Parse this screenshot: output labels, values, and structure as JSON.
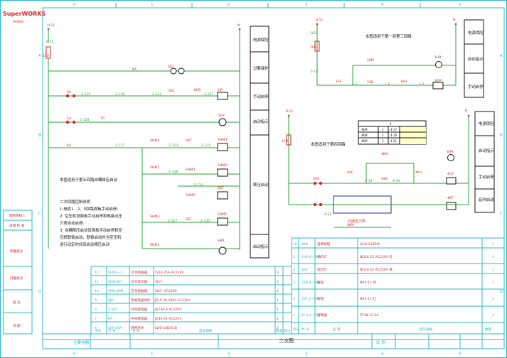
{
  "brand": {
    "logo_text": "SuperWORKS",
    "logo_sub": "WORKS",
    "color": "#d7262b"
  },
  "left_strip": [
    "图纸审核人",
    "日期 检 查",
    "新图纸号",
    "旧图纸号",
    "备 注",
    "日 期"
  ],
  "colors": {
    "frame": "#2bb8c6",
    "wire": "#27a33a",
    "label": "#d7262b",
    "highlight": "#ffffc8"
  },
  "col_numbers": [
    "0",
    "1",
    "2",
    "3",
    "4",
    "5"
  ],
  "row_letters": [
    "A",
    "B",
    "C",
    "D"
  ],
  "main": {
    "bus_left": "1L11",
    "bus_right": "N",
    "fuse": "1FU",
    "wire_node": "3L11",
    "top_labels": {
      "sa": "SA",
      "k": "KA",
      "q": "SJD",
      "n1": "2-115",
      "n2": "2-119",
      "n3": "2-121",
      "n4": "2-127",
      "sjd2": "SJD",
      "kcb": "KCB",
      "ka2": "KA"
    },
    "row2": {
      "sa": "SA",
      "n": "2-118",
      "kt": "KT",
      "lamp": "SHY"
    },
    "row3": {
      "ka": "KA",
      "n1": "2-117",
      "shm": "SHM1",
      "n2": "2-123",
      "skt": "SKT",
      "n3": "2-131",
      "out": "SHM3"
    },
    "row4": {
      "shm": "SHM1",
      "n1": "2-128",
      "shm2": "SHM3",
      "out": "SHM2"
    },
    "row5": {
      "shm": "SHM2",
      "n": "2-133",
      "out": "SKT"
    },
    "row6": {
      "shm": "SHM3",
      "n1": "2-127",
      "skt": "SKT",
      "n2": "2-135",
      "out": "SHM1"
    },
    "row7": {
      "shm": "SHM1",
      "out": "SHR"
    },
    "caption": "本图适用于第五回路自耦降压启动",
    "notes": [
      "二次回路控制说明",
      "1:电机1、2、5回路面板手动启停。",
      "2: 空压机设面板手动启停和电接点压",
      "力表自动启停。",
      "3: 自耦降压启动设面板手动启停和空",
      "压机联锁启动，联锁启动时当空压机",
      "运行动定时间后启动降压启动"
    ],
    "right_boxes": [
      "电源保险",
      "过载保护",
      "手动启停",
      "启动指示",
      "降压启动",
      "启动指示"
    ]
  },
  "upper_right": {
    "bus_left": "1L11",
    "bus_right": "N",
    "fuse": "1FU",
    "node1": "1L11",
    "node2": "1-11",
    "caption": "本图适用于第一到第三回路",
    "labels": {
      "sf": "1SF",
      "sb": "1SB",
      "kh": "1KH",
      "km": "1KM",
      "km2": "1KM",
      "hr": "1HR",
      "n1": "1-3",
      "n2": "1-5",
      "n3": "1-7"
    },
    "side_boxes": [
      "电源保险",
      "启动指示",
      "手动启停"
    ]
  },
  "lower_right": {
    "bus_left": "1L11",
    "bus_right": "N",
    "fuse": "1FU",
    "caption": "本图适用于第四回路",
    "table": {
      "header": "4",
      "rows": [
        [
          "4KM",
          "1",
          "4-17"
        ],
        [
          "4KM",
          "2",
          "4-19"
        ],
        [
          "4KM",
          "3",
          "4-21"
        ]
      ]
    },
    "labels": {
      "sa": "4SA",
      "sf": "4SF",
      "sb": "4SB",
      "kh": "4KH",
      "km": "4KM",
      "hr": "4HR",
      "hy": "4HY",
      "kt": "4KT",
      "n1": "4-13",
      "n2": "4-19",
      "n3": "4-21"
    },
    "pressure_label": "外接压力表",
    "side_boxes": [
      "电源保险",
      "启动指示",
      "手动启停",
      "延时启动"
    ]
  },
  "bom_left": {
    "rows": [
      [
        "12",
        "SHM1~3",
        "交流接触器",
        "CJ20-25A AC220V",
        "3"
      ],
      [
        "11",
        "SHR,SHY",
        "信号指示器",
        "XD7-",
        "2"
      ],
      [
        "10",
        "1KM,4KM",
        "交流接触器",
        "XD7- AC220V",
        "2"
      ],
      [
        "9",
        "SJD",
        "热继电器保护",
        "JD-5 36-200A AC220V",
        "1"
      ],
      [
        "8",
        "4 SKT",
        "时间继电器",
        "JS23A-A AC220V",
        "1"
      ],
      [
        "7",
        "KA",
        "中间继电器",
        "JZ8S-44 AC220V",
        "1"
      ],
      [
        "6",
        "4SA,SSA",
        "转换开关",
        "LW5-16D/3 3J",
        "2"
      ]
    ],
    "header": [
      "序号",
      "代 号",
      "名 称",
      "型号规格",
      "数量",
      "备注"
    ]
  },
  "bom_right": {
    "rows": [
      [
        "10",
        "4KH",
        "自锁按钮",
        "QCB-11BRM",
        "1"
      ],
      [
        "5",
        "1HR,4~5HR",
        "指示灯",
        "ND16-22 AC220V 红",
        "3"
      ],
      [
        "4",
        "SHY",
        "指示灯",
        "ND16-22 AC220V 黄",
        "1"
      ],
      [
        "3",
        "1SB,4~5SB",
        "按钮",
        "NP4-11 绿",
        "3"
      ],
      [
        "2",
        "1SF,4~5SF",
        "按钮",
        "NP4-11 红",
        "3"
      ],
      [
        "1",
        "1FU,4~5FU",
        "熔断器",
        "RT18-32 6A",
        "3"
      ]
    ],
    "header": [
      "序号",
      "代 号",
      "名 称",
      "型号规格",
      "数量"
    ]
  },
  "title_block": {
    "project": "主要电器",
    "drawing": "二次图",
    "scale": "比 例"
  }
}
